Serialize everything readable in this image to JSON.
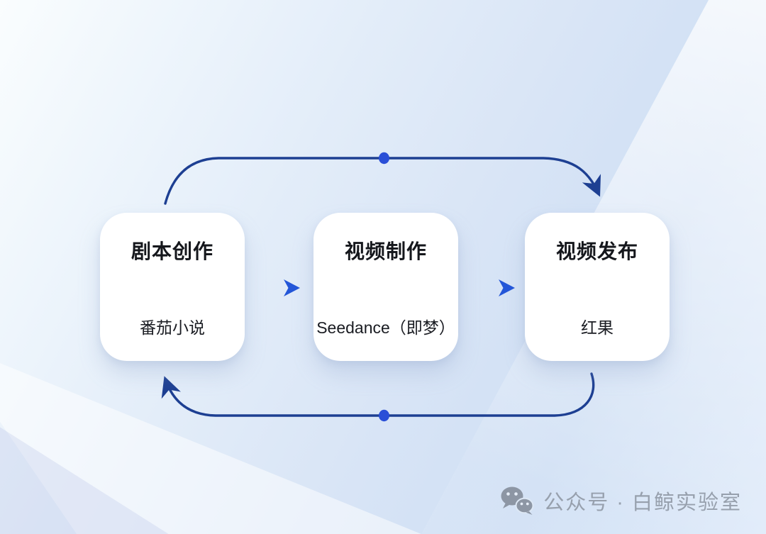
{
  "diagram": {
    "title": "short-drama production workflow cycle",
    "nodes": [
      {
        "title": "剧本创作",
        "subtitle": "番茄小说"
      },
      {
        "title": "视频制作",
        "subtitle": "Seedance（即梦）"
      },
      {
        "title": "视频发布",
        "subtitle": "红果"
      }
    ],
    "edges": [
      {
        "from": 0,
        "to": 1,
        "type": "straight-arrow"
      },
      {
        "from": 1,
        "to": 2,
        "type": "straight-arrow"
      },
      {
        "from": 0,
        "to": 2,
        "type": "curved-arc-top",
        "midpoint_dot": true
      },
      {
        "from": 2,
        "to": 0,
        "type": "curved-arc-bottom",
        "midpoint_dot": true
      }
    ]
  },
  "watermark": {
    "label": "公众号 · 白鲸实验室",
    "icon": "wechat-icon"
  },
  "colors": {
    "arrow_accent": "#2356d8",
    "arc_stroke": "#1d3f92",
    "arc_dot": "#2a4fd7",
    "card_bg": "#ffffff",
    "title_text": "#15171c",
    "watermark_gray": "#97a0ad",
    "background_blue": "#d9e5f6"
  }
}
